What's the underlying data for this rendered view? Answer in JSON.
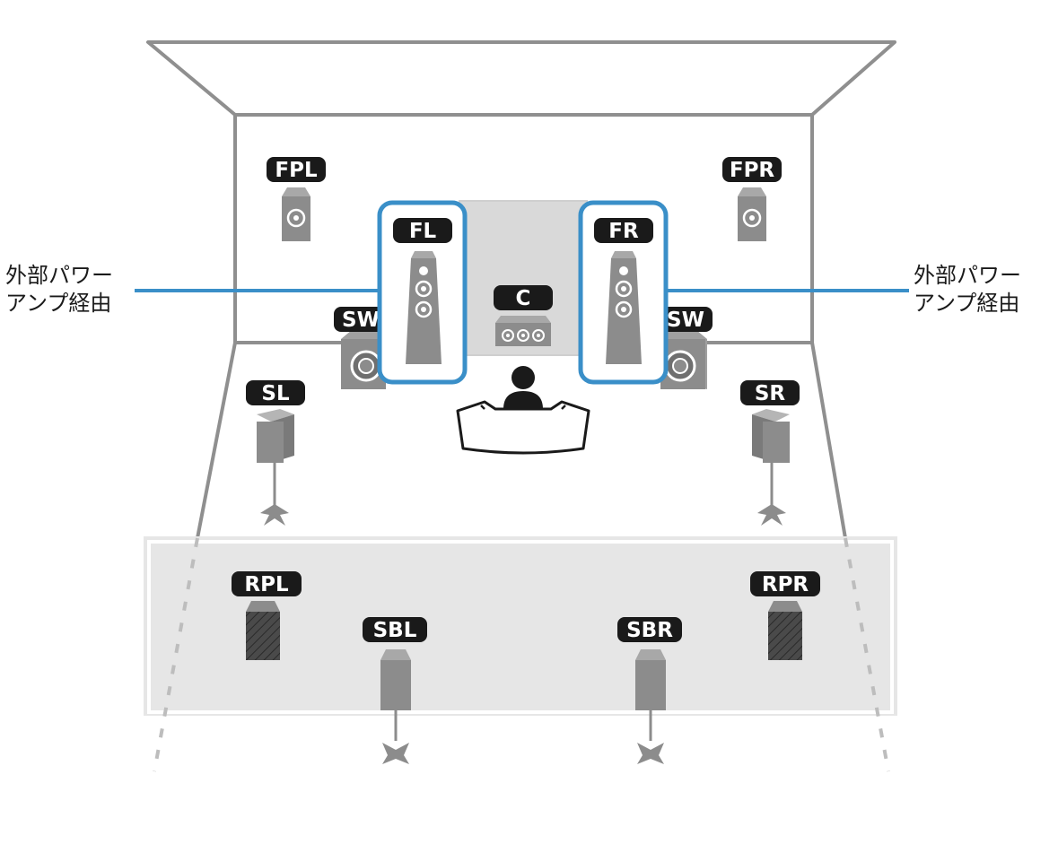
{
  "colors": {
    "room_wall": "#8f8f8f",
    "rear_floor": "#e6e6e6",
    "speaker_body": "#8c8c8c",
    "badge_fill": "#1a1a1a",
    "highlight": "#3a8fc8",
    "center_screen": "#d9d9d9"
  },
  "speakers": {
    "FPL": "FPL",
    "FPR": "FPR",
    "FL": "FL",
    "FR": "FR",
    "C": "C",
    "SW_left": "SW",
    "SW_right": "SW",
    "SL": "SL",
    "SR": "SR",
    "RPL": "RPL",
    "RPR": "RPR",
    "SBL": "SBL",
    "SBR": "SBR"
  },
  "annotations": {
    "left_line1": "外部パワー",
    "left_line2": "アンプ経由",
    "right_line1": "外部パワー",
    "right_line2": "アンプ経由"
  }
}
